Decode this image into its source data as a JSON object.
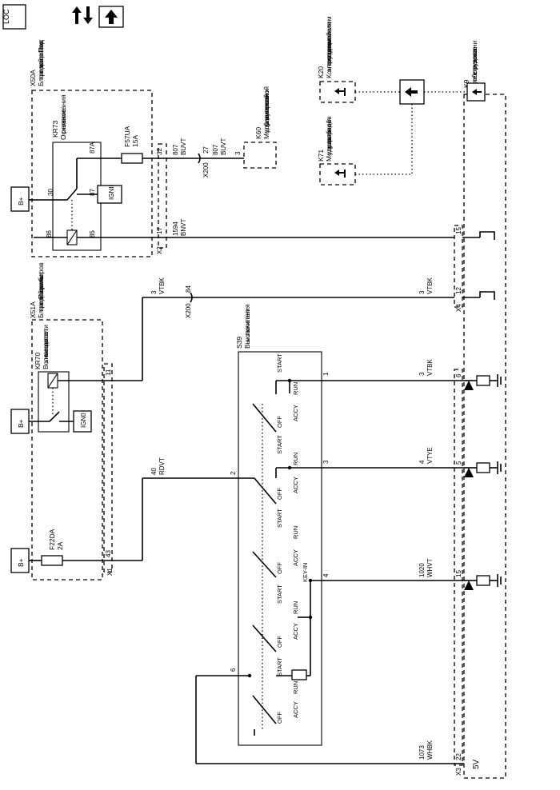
{
  "header": {
    "loc_icon_label": "LOC",
    "nav_icons": [
      "up-down-arrows-icon",
      "up-arrow-icon"
    ]
  },
  "colors": {
    "line": "#000000",
    "background": "#ffffff"
  },
  "power": {
    "bplus": "B+"
  },
  "x50a": {
    "ref": "X50A",
    "name": "Блок предохранителей - Под капотом",
    "relay_ref": "KR73",
    "relay_name": "Основное реле зажигания",
    "pin_86": "86",
    "pin_85": "85",
    "pin_30": "30",
    "pin_87": "87",
    "pin_87a": "87A",
    "ign": "IGNII",
    "fuse_ref": "F57UA",
    "fuse_rating": "15A",
    "conn_x2": "X2",
    "x2_pin_32": "32",
    "x2_pin_17": "17"
  },
  "x51a": {
    "ref": "X51A",
    "name": "Блок предохранителей - Панель приборов",
    "relay_ref": "KR70",
    "relay_name": "Вспомогательное реле мощности",
    "ign": "IGN0",
    "fuse_ref": "F22DA",
    "fuse_rating": "2A",
    "conn_x1": "X1",
    "x1_pin_11": "11",
    "x1_pin_43": "43"
  },
  "k60": {
    "ref": "K60",
    "name": "Модуль управления блокировкой рулевой колонки",
    "pin": "3"
  },
  "k71": {
    "ref": "K71",
    "name": "Модуль управления коробкой передач"
  },
  "k20": {
    "ref": "K20",
    "name": "Контроллер электронной системы управления двигателем"
  },
  "k9": {
    "ref": "K9",
    "name": "Электронное оборудование кузова",
    "conn_x4": "X4",
    "x4_pin_15": "15",
    "x4_pin_12": "12",
    "conn_x3": "X3",
    "x3_pin_6": "6",
    "x3_pin_5": "5",
    "x3_pin_15": "15",
    "x3_pin_22": "22",
    "voltage": "5V"
  },
  "s39": {
    "ref": "S39",
    "name": "Выключатель зажигания",
    "pin_1": "1",
    "pin_2": "2",
    "pin_3": "3",
    "pin_4": "4",
    "pin_6": "6",
    "pos_start": "START",
    "pos_run": "RUN",
    "pos_accy": "ACCY",
    "pos_off": "OFF",
    "key_in": "KEY-IN"
  },
  "wires": {
    "w807_top": {
      "num": "807",
      "color": "BUVT"
    },
    "w27": {
      "num": "27",
      "num2": "807",
      "color": "BUVT"
    },
    "w1594": {
      "num": "1594",
      "color": "BNVT"
    },
    "w3": {
      "num": "3",
      "color": "VTBK"
    },
    "w3b": {
      "num": "3",
      "color": "VTBK"
    },
    "w3c": {
      "num": "3",
      "color": "VTBK"
    },
    "w40": {
      "num": "40",
      "color": "RDVT"
    },
    "w4": {
      "num": "4",
      "color": "VTYE"
    },
    "w1020": {
      "num": "1020",
      "color": "WHVT"
    },
    "w1073": {
      "num": "1073",
      "color": "WHBK"
    }
  },
  "splices": {
    "x200_a": "X200",
    "x200_b": "X200",
    "x200_a_pin": "3",
    "x200_b_pin": "84"
  }
}
